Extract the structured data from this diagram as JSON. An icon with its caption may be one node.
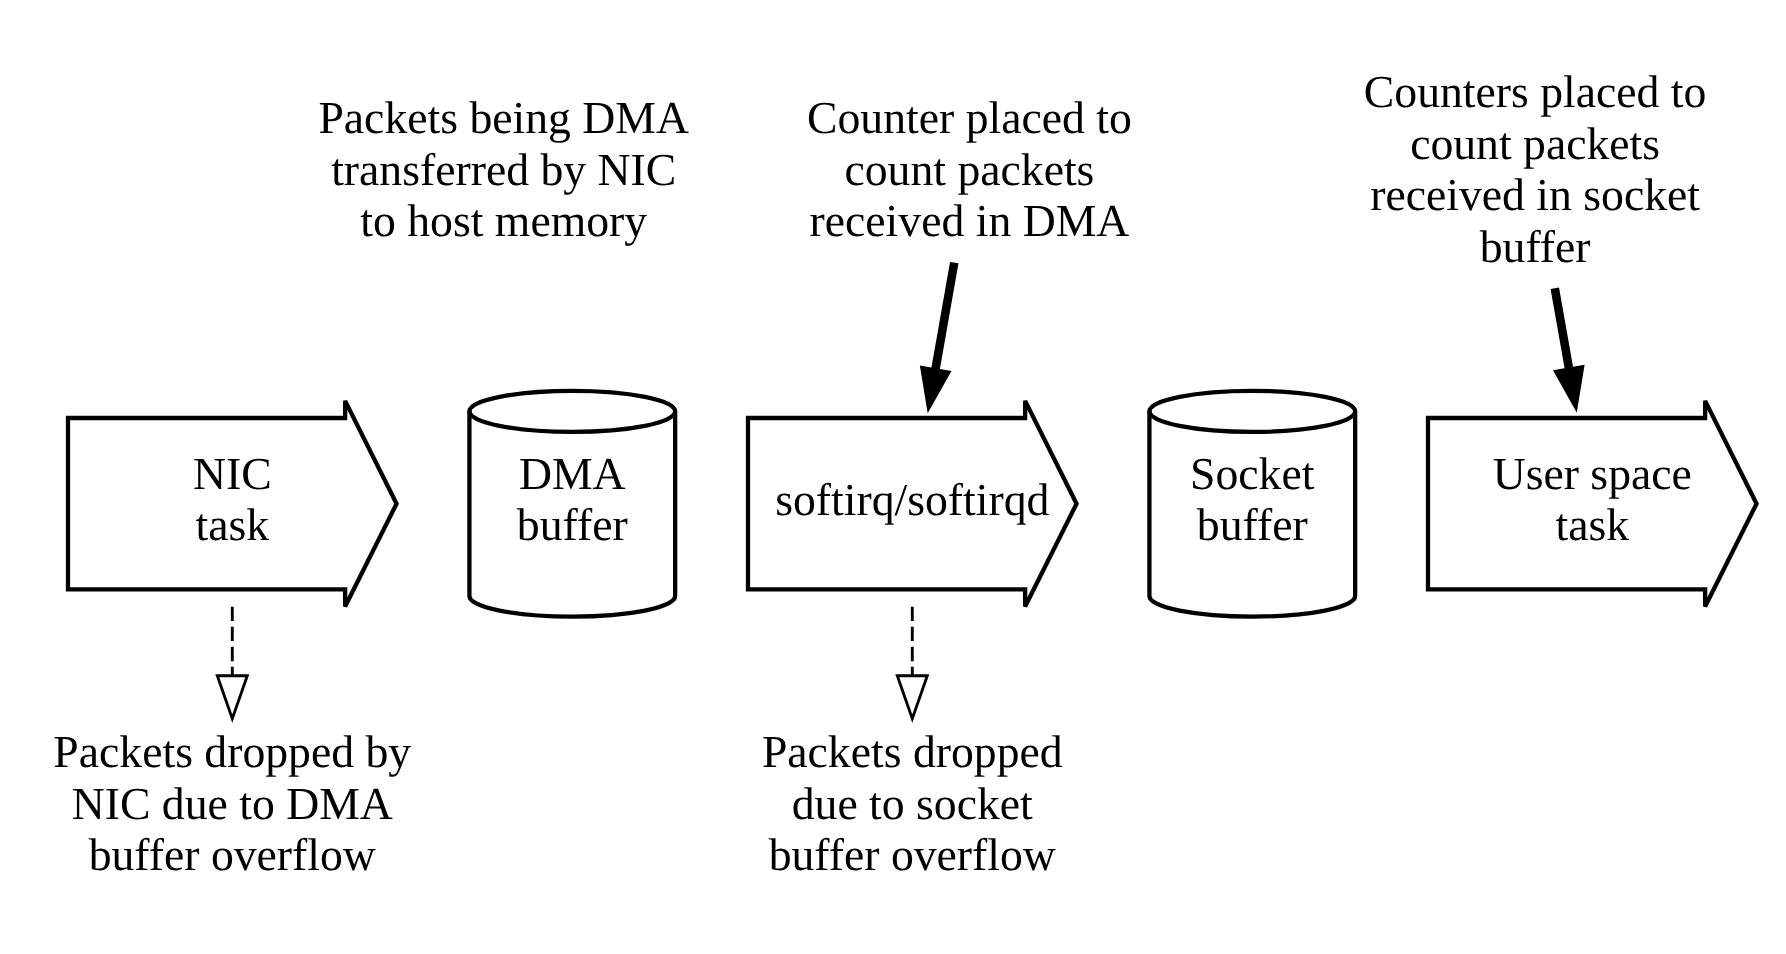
{
  "diagram": {
    "nodes": [
      {
        "text": [
          "Counter placed to count packets received in DMA"
        ]
      },
      {
        "text": [
          "Counters placed to count packets received in socket buffer"
        ]
      },
      {
        "text": [
          "NIC task"
        ]
      },
      {
        "text": [
          "DMA buffer"
        ]
      },
      {
        "text": [
          "softirq/softirqd"
        ]
      },
      {
        "text": [
          "Socket buffer"
        ]
      },
      {
        "text": [
          "User space task"
        ]
      },
      {
        "text": [
          "Packets dropped by NIC due to DMA buffer overflow"
        ]
      },
      {
        "text": [
          "Packets dropped due to socket buffer overflow"
        ]
      }
    ],
    "edges": [
      {
        "from": 0,
        "to": 4,
        "arrow": "to",
        "style": "thick"
      },
      {
        "from": 1,
        "to": 6,
        "arrow": "to",
        "style": "thick"
      },
      {
        "from": 2,
        "to": 7,
        "arrow": "to",
        "style": "dashed"
      },
      {
        "from": 4,
        "to": 8,
        "arrow": "to",
        "style": "dashed"
      }
    ],
    "labels": [
      "Packets being DMA transferred by NIC to host memory"
    ]
  }
}
